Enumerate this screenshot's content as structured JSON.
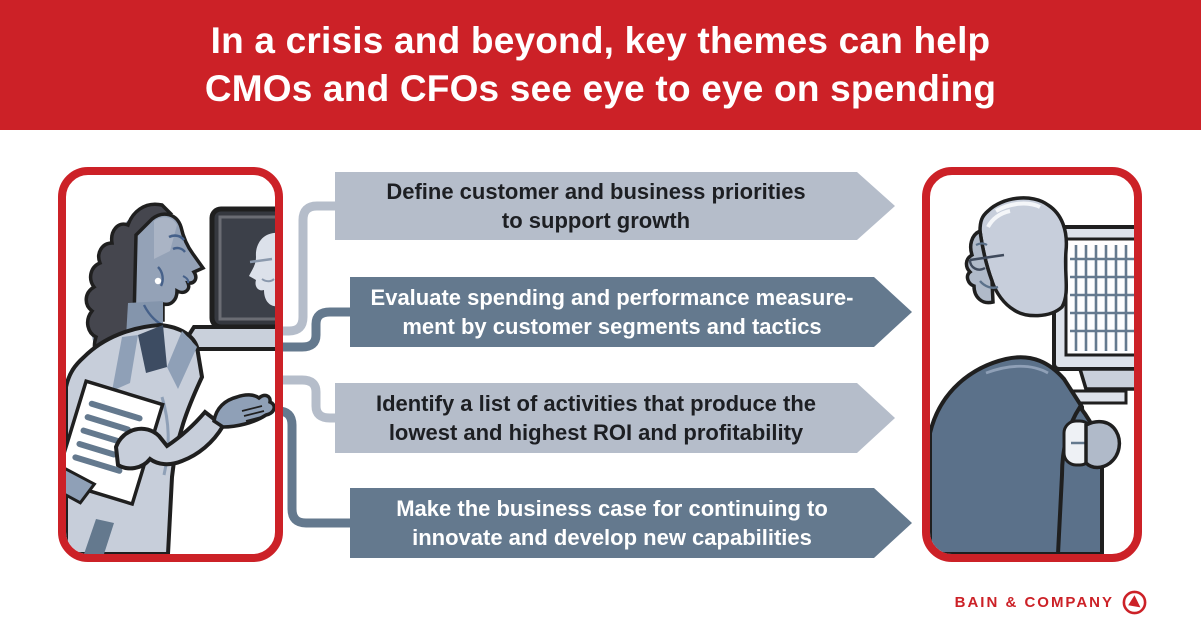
{
  "header": {
    "line1": "In a crisis and beyond, key themes can help",
    "line2": "CMOs and CFOs see eye to eye on spending"
  },
  "themes": [
    {
      "line1": "Define customer and business priorities",
      "line2": "to support growth",
      "style": "light"
    },
    {
      "line1": "Evaluate spending and performance measure-",
      "line2": "ment by customer segments and tactics",
      "style": "dark"
    },
    {
      "line1": "Identify a list of activities that produce the",
      "line2": "lowest and highest ROI and profitability",
      "style": "light"
    },
    {
      "line1": "Make the business case for continuing to",
      "line2": "innovate and develop new capabilities",
      "style": "dark"
    }
  ],
  "figures": {
    "left_caption": "woman (CMO) on a laptop video call, holding a document and gesturing",
    "right_caption": "man (CFO) with glasses viewing a spreadsheet grid on a monitor, hand on mouse"
  },
  "logo": {
    "text": "BAIN & COMPANY",
    "icon": "bain-compass-icon"
  },
  "colors": {
    "red": "#cc2127",
    "light_arrow": "#b5bdca",
    "dark_arrow": "#64798e",
    "ink": "#1f1f1f",
    "skin_gray": "#94a2b7",
    "suit_slate": "#5b718a",
    "blazer_light": "#c7ceda",
    "hair_dark": "#45464e",
    "grid_blue": "#64798e",
    "screen_dark": "#3c4049"
  }
}
